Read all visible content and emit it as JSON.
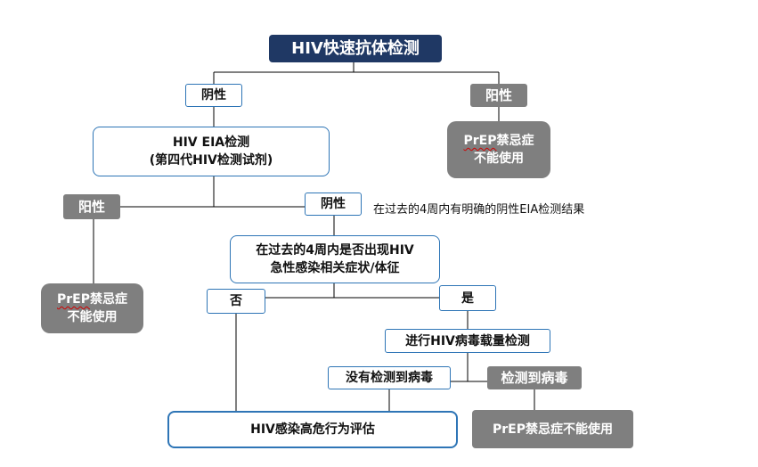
{
  "title": "HIV快速抗体检测",
  "branch1": {
    "negative": "阴性",
    "positive": "阳性",
    "contra_a": "PrEP",
    "contra_b": "禁忌症",
    "contra_line2": "不能使用"
  },
  "eia": {
    "line1": "HIV EIA检测",
    "line2": "(第四代HIV检测试剂)"
  },
  "branch2": {
    "positive": "阳性",
    "negative": "阴性",
    "note": "在过去的4周内有明确的阴性EIA检测结果",
    "contra_a": "PrEP",
    "contra_b": "禁忌症",
    "contra_line2": "不能使用"
  },
  "question": {
    "line1": "在过去的4周内是否出现HIV",
    "line2": "急性感染相关症状/体征"
  },
  "branch3": {
    "no": "否",
    "yes": "是"
  },
  "viral_load": "进行HIV病毒载量检测",
  "not_detected": "没有检测到病毒",
  "detected": "检测到病毒",
  "contra_final": "PrEP禁忌症不能使用",
  "risk_assessment": "HIV感染高危行为评估"
}
